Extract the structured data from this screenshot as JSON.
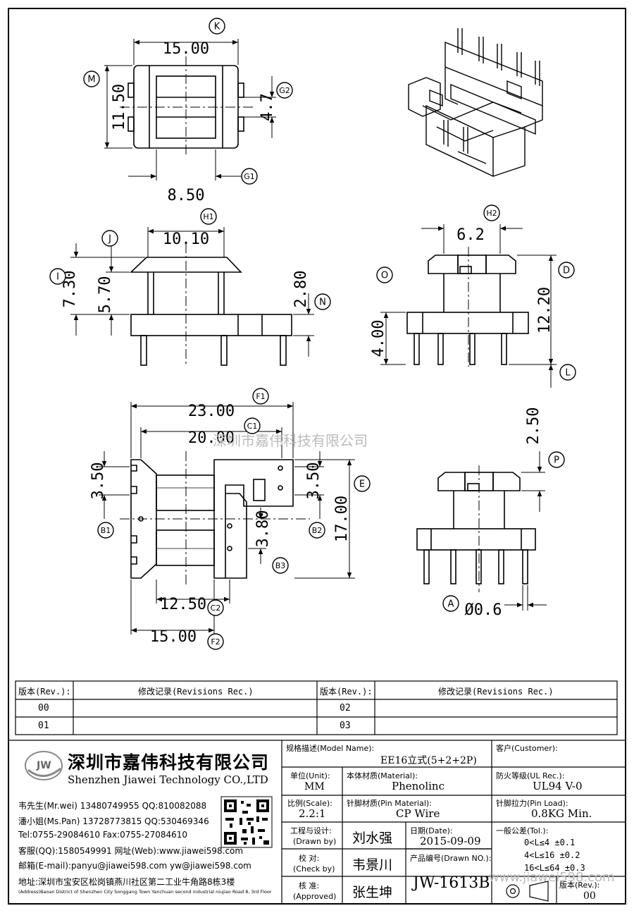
{
  "dims": {
    "k": "15.00",
    "m": "11.50",
    "g2": "4.7",
    "g1": "8.50",
    "h1": "10.10",
    "j": "5.70",
    "i": "7.30",
    "n": "2.80",
    "h2": "6.2",
    "o": "4.00",
    "d": "12.20",
    "f1": "23.00",
    "c1": "20.00",
    "b1": "3.50",
    "e_left": "3.50",
    "e": "17.00",
    "b2": "3.80",
    "c2": "12.50",
    "f2": "15.00",
    "p": "2.50",
    "a": "Ø0.6"
  },
  "markers": [
    "K",
    "M",
    "G2",
    "G1",
    "H1",
    "J",
    "I",
    "N",
    "H2",
    "O",
    "D",
    "L",
    "F1",
    "C1",
    "E",
    "B1",
    "B2",
    "B3",
    "C2",
    "F2",
    "P",
    "A"
  ],
  "watermark": "深圳市嘉伟科技有限公司",
  "watermark_bottom": "www.jiawei598.com",
  "revisions": {
    "rev_header": "版本(Rev.):",
    "rec_header": "修改记录(Revisions Rec.)",
    "rows_left": [
      "00",
      "01"
    ],
    "rows_right": [
      "02",
      "03"
    ]
  },
  "company": {
    "logo": "JW",
    "name_cn": "深圳市嘉伟科技有限公司",
    "name_en": "Shenzhen Jiawei Technology CO.,LTD",
    "contacts": [
      "韦先生(Mr.wei) 13480749955 QQ:810082088",
      "潘小姐(Ms.Pan) 13728773815 QQ:530469346",
      "Tel:0755-29084610      Fax:0755-27084610",
      "客服(QQ):1580549991   网址(Web):www.jiawei598.com",
      "邮箱(E-mail):panyu@jiawei598.com  yw@jiawei598.com",
      "地址:深圳市宝安区松岗镇燕川社区第二工业牛角路8栋3楼"
    ],
    "address_en": "(Address)Baoan District of Shenzhen City Songgang Town Yanchuan second industrial niujiao Road 8, 3rd Floor"
  },
  "title_block": {
    "model_label": "规格描述(Model Name):",
    "model": "EE16立式(5+2+2P)",
    "customer_label": "客户(Customer):",
    "customer": "",
    "unit_label": "单位(Unit):",
    "unit": "MM",
    "material_label": "本体材质(Material):",
    "material": "Phenolinc",
    "ul_label": "防火等级(UL Rec.):",
    "ul": "UL94 V-0",
    "scale_label": "比例(Scale):",
    "scale": "2.2:1",
    "pin_label": "针脚材质(Pin Material):",
    "pin": "CP Wire",
    "load_label": "针脚拉力(Pin Load):",
    "load": "0.8KG Min.",
    "drawn_label": "工程与设计:",
    "drawn_label_en": "(Drawn by)",
    "drawn": "刘水强",
    "date_label": "日期(Date):",
    "date": "2015-09-09",
    "tol_label": "一般公差(Tol.):",
    "tol": [
      "0<L≤4    ±0.1",
      "4<L≤16   ±0.2",
      "16<L≤64  ±0.3"
    ],
    "check_label": "校  对:",
    "check_label_en": "(Check by)",
    "check": "韦景川",
    "drawn_no_label": "产品编号(Drawn NO.):",
    "drawn_no": "JW-1613B",
    "approved_label": "核  准:",
    "approved_label_en": "(Approved)",
    "approved": "张生坤",
    "rev_label": "版本(Rev.):",
    "rev": "00"
  }
}
